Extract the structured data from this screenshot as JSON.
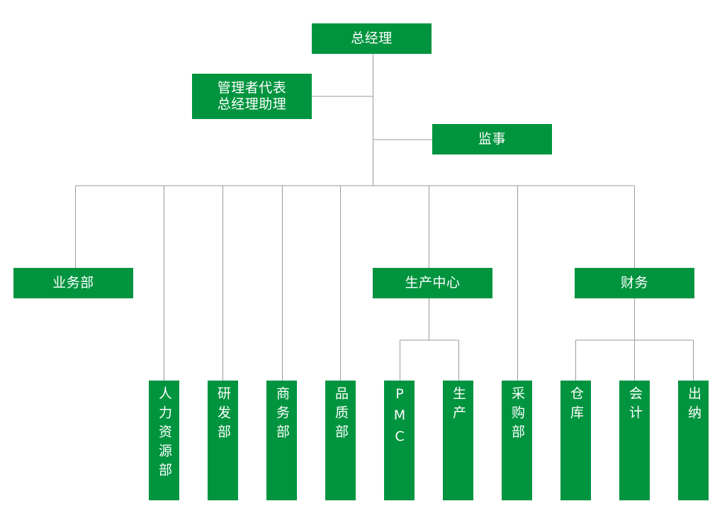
{
  "colors": {
    "node_fill": "#00943f",
    "node_text": "#ffffff",
    "connector": "#9a9a9a"
  },
  "nodes": {
    "gm": "总经理",
    "rep": {
      "line1": "管理者代表",
      "line2": "总经理助理"
    },
    "supervisor": "监事",
    "sales": "业务部",
    "production_center": "生产中心",
    "finance": "财务",
    "hr": "人力资源部",
    "rnd": "研发部",
    "commerce": "商务部",
    "quality": "品质部",
    "pmc": "PMC",
    "production": "生产",
    "purchasing": "采购部",
    "warehouse": "仓库",
    "accounting": "会计",
    "cashier": "出纳"
  },
  "edges": [
    [
      "gm",
      "rep"
    ],
    [
      "gm",
      "supervisor"
    ],
    [
      "gm",
      "sales"
    ],
    [
      "gm",
      "hr"
    ],
    [
      "gm",
      "rnd"
    ],
    [
      "gm",
      "commerce"
    ],
    [
      "gm",
      "quality"
    ],
    [
      "gm",
      "production_center"
    ],
    [
      "gm",
      "purchasing"
    ],
    [
      "gm",
      "finance"
    ],
    [
      "production_center",
      "pmc"
    ],
    [
      "production_center",
      "production"
    ],
    [
      "finance",
      "warehouse"
    ],
    [
      "finance",
      "accounting"
    ],
    [
      "finance",
      "cashier"
    ]
  ]
}
